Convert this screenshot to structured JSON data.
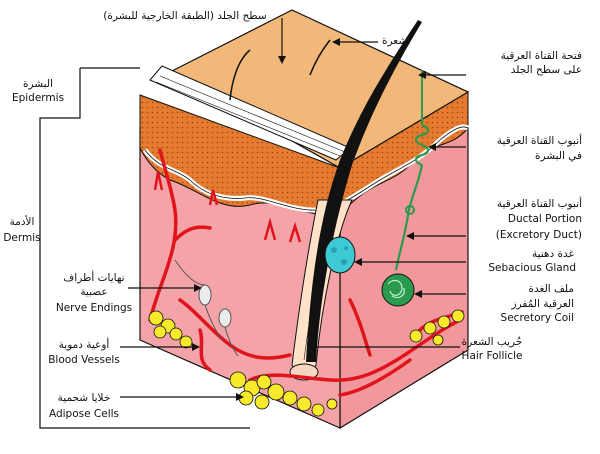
{
  "labels": {
    "skin_surface": "سطح الجلد (الطبقة الخارجية للبشرة)",
    "hair": "شعرة",
    "pore_ar_1": "فتحة القناة العرقية",
    "pore_ar_2": "على سطح الجلد",
    "epidermis_ar": "البشرة",
    "epidermis_en": "Epidermis",
    "sweat_tube_epi_ar_1": "أنبوب القناة العرقية",
    "sweat_tube_epi_ar_2": "في البشرة",
    "dermis_ar": "الأدمة",
    "dermis_en": "Dermis",
    "ductal_ar": "أنبوب القناة العرقية",
    "ductal_en_1": "Ductal Portion",
    "ductal_en_2": "(Excretory Duct)",
    "sebaceous_ar": "غدة دهنية",
    "sebaceous_en": "Sebacious Gland",
    "nerve_ar_1": "نهايات أطراف",
    "nerve_ar_2": "عصبية",
    "nerve_en": "Nerve Endings",
    "secretory_ar_1": "ملف الغدة",
    "secretory_ar_2": "العرقية المُفرز",
    "secretory_en": "Secretory Coil",
    "blood_ar": "أوعية دموية",
    "blood_en": "Blood Vessels",
    "follicle_ar": "جُريب الشعرة",
    "follicle_en": "Hair Follicle",
    "adipose_ar": "خلايا شحمية",
    "adipose_en": "Adipose Cells"
  },
  "colors": {
    "top_surface": "#f2b87a",
    "epidermis": "#e67a2e",
    "dermis_front": "#f4a3a8",
    "dermis_side": "#f2989c",
    "blood": "#e0141c",
    "fat": "#f7ea2a",
    "sebaceous": "#3ec9d6",
    "secretory": "#2a9a4e",
    "hair": "#111111"
  }
}
